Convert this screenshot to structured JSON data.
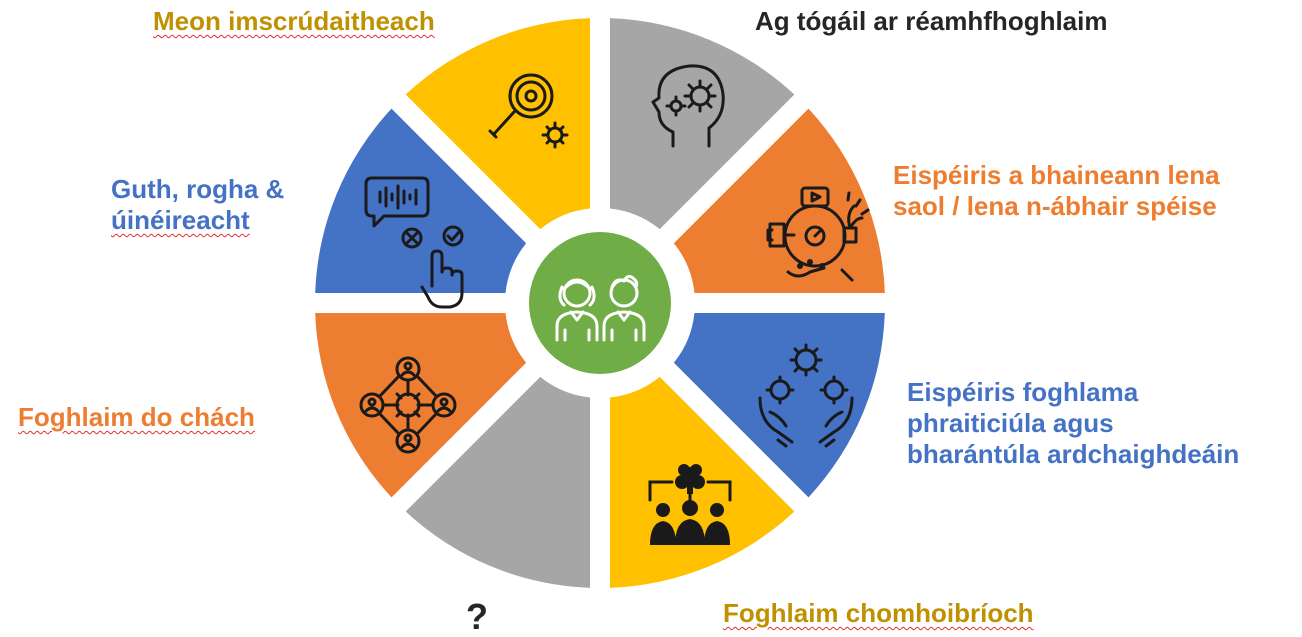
{
  "diagram": {
    "center": {
      "icon": "two-students-icon",
      "color": "#70ad47"
    },
    "segments": [
      {
        "id": "n",
        "color": "#ffc000",
        "icon": "magnifier-gear-icon",
        "label_lines": [
          "Meon imscrúdaitheach"
        ],
        "label_color": "#bf9000"
      },
      {
        "id": "ne",
        "color": "#a6a6a6",
        "icon": "head-gears-icon",
        "label_lines": [
          "Ag tógáil ar réamhfhoghlaim"
        ],
        "label_color": "#262626"
      },
      {
        "id": "e",
        "color": "#ed7d31",
        "icon": "hobbies-interests-icon",
        "label_lines": [
          "Eispéiris a bhaineann lena",
          "saol / lena n-ábhair spéise"
        ],
        "label_color": "#ed7d31"
      },
      {
        "id": "se",
        "color": "#4472c4",
        "icon": "hands-gears-icon",
        "label_lines": [
          "Eispéiris foghlama",
          "phraiticiúla agus",
          "bharántúla ardchaighdeáin"
        ],
        "label_color": "#4472c4"
      },
      {
        "id": "s",
        "color": "#ffc000",
        "icon": "team-collaboration-icon",
        "label_lines": [
          "Foghlaim chomhoibríoch"
        ],
        "label_color": "#bf9000"
      },
      {
        "id": "sw",
        "color": "#a6a6a6",
        "icon": "",
        "label_lines": [
          "?"
        ],
        "label_color": "#262626"
      },
      {
        "id": "w",
        "color": "#ed7d31",
        "icon": "people-network-icon",
        "label_lines": [
          "Foghlaim do chách"
        ],
        "label_color": "#ed7d31"
      },
      {
        "id": "nw",
        "color": "#4472c4",
        "icon": "voice-choice-icon",
        "label_lines": [
          "Guth, rogha &",
          "úinéireacht"
        ],
        "label_color": "#4472c4"
      }
    ]
  }
}
